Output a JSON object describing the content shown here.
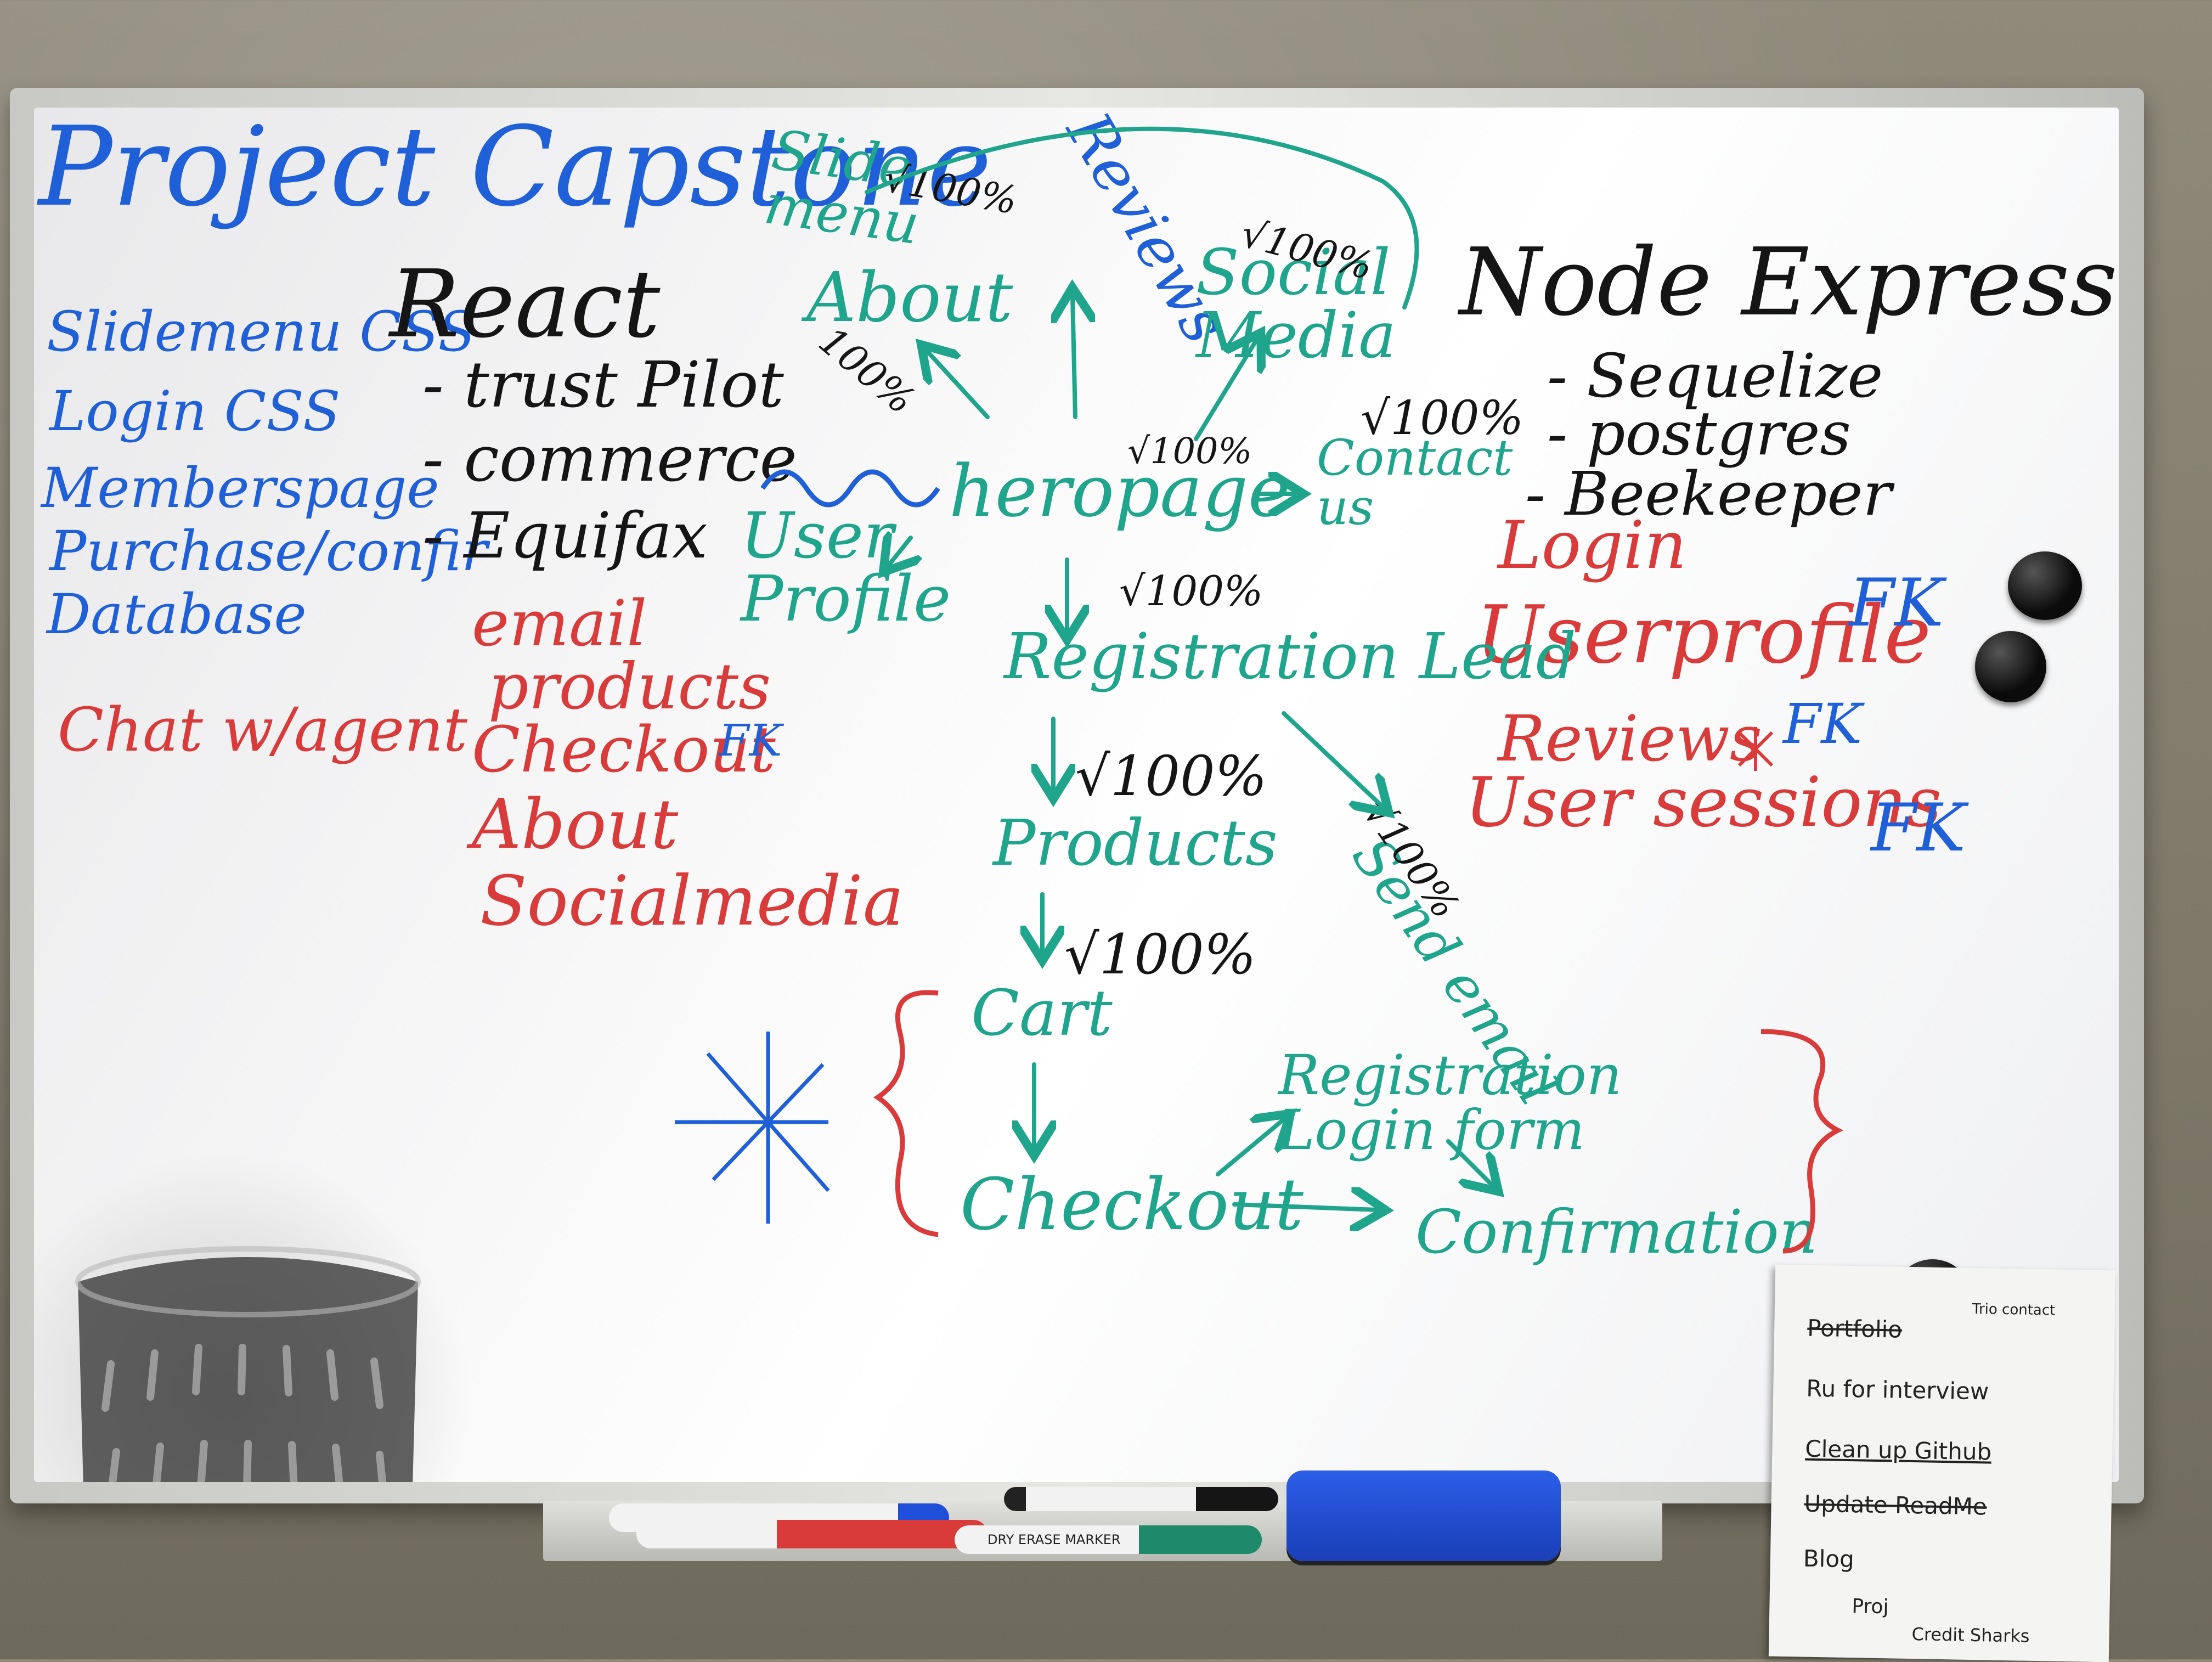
{
  "board": {
    "title": "Project Capstone",
    "left_list": [
      "Slidemenu CSS",
      "Login CSS",
      "Memberspage",
      "Purchase/confir",
      "Database"
    ],
    "chat": "Chat w/agent",
    "react": {
      "heading": "React",
      "items": [
        "- trust Pilot",
        "- commerce",
        "- Equifax"
      ]
    },
    "react_red": [
      "email",
      "products",
      "Checkout",
      "About",
      "Socialmedia"
    ],
    "fk_label": "FK",
    "node": {
      "heading": "Node Express",
      "items": [
        "- Sequelize",
        "- postgres",
        "- Beekeeper"
      ]
    },
    "node_red": [
      "Login",
      "Userprofile",
      "Reviews",
      "User sessions"
    ],
    "flow": {
      "slide_menu": "Slide menu",
      "reviews": "Reviews",
      "about": "About",
      "social_media": "Social Media",
      "contact_us": "Contact us",
      "hero_page": "heropage",
      "user_profile": "User Profile",
      "registration": "Registration Lead",
      "products": "Products",
      "send_email": "Send email",
      "cart": "Cart",
      "checkout": "Checkout",
      "registration_login_form": "Registration Login form",
      "confirmation": "Confirmation"
    },
    "check_100": "√100%",
    "pct_100": "100%"
  },
  "note": {
    "lines": [
      "Portfolio",
      "Ru for interview",
      "Clean up Github",
      "Update ReadMe",
      "Blog",
      "Proj",
      "Credit Sharks"
    ],
    "side": "Trio contact"
  },
  "tray_label": "DRY ERASE MARKER"
}
